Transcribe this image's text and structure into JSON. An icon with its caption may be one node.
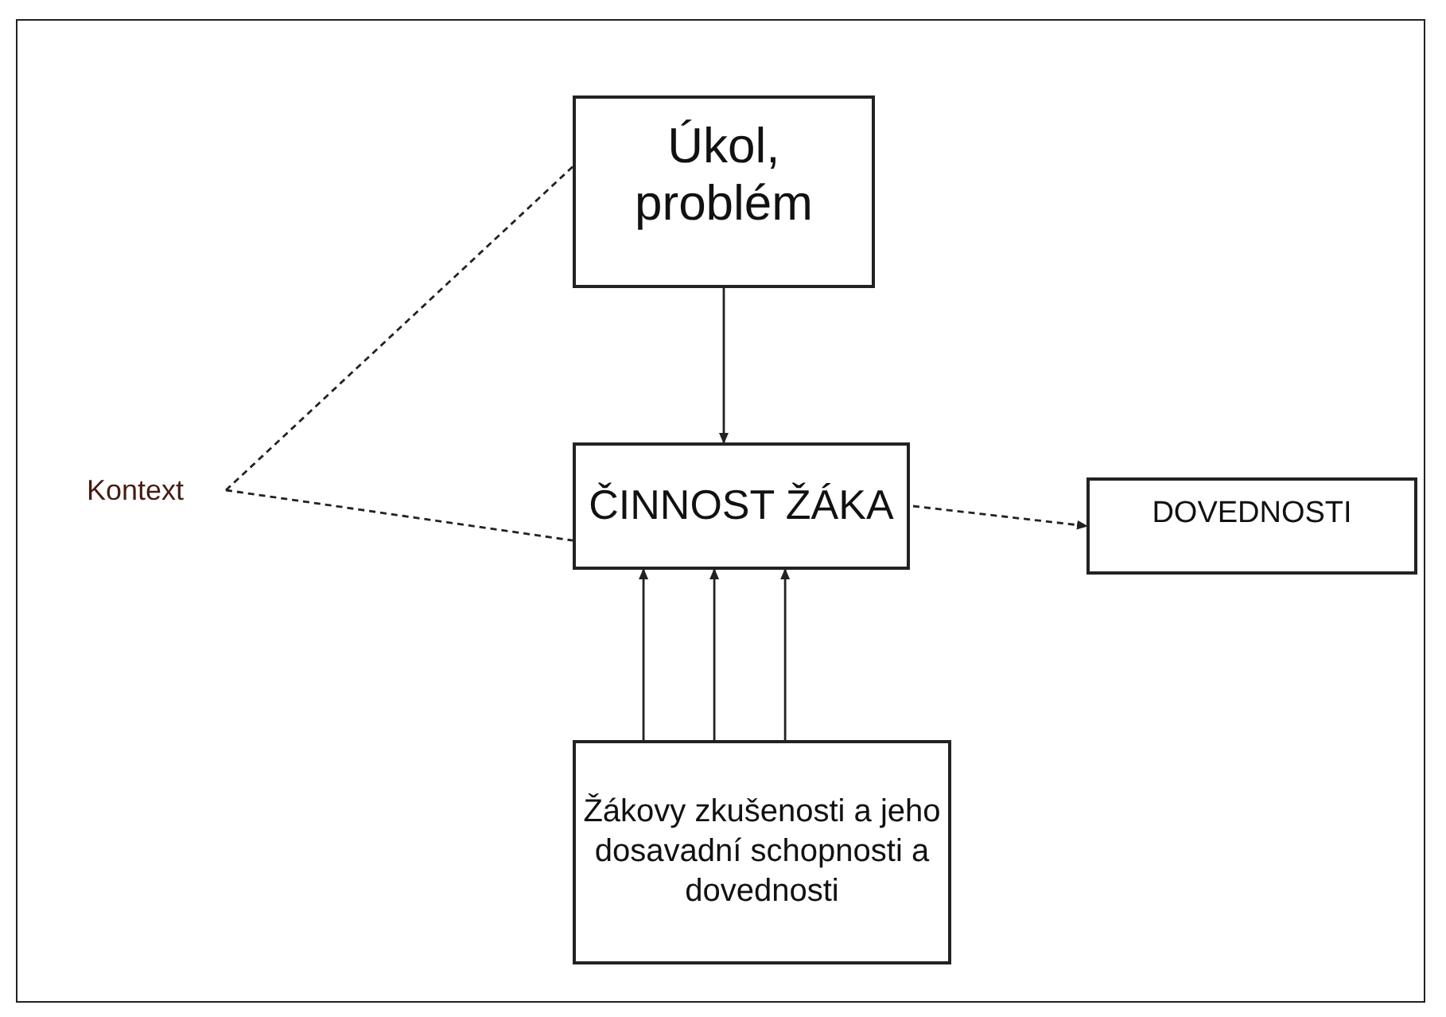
{
  "diagram": {
    "nodes": [
      {
        "text": [
          "Úkol, problém"
        ]
      },
      {
        "text": [
          "Kontext"
        ]
      },
      {
        "text": [
          "ČINNOST ŽÁKA"
        ]
      },
      {
        "text": [
          "DOVEDNOSTI"
        ]
      },
      {
        "text": [
          "Žákovy zkušenosti a jeho dosavadní schopnosti a dovednosti"
        ]
      }
    ],
    "edges": [
      {
        "from": 0,
        "to": 2,
        "arrow": "to"
      },
      {
        "from": 1,
        "to": 0,
        "arrow": "none",
        "style": "dashed"
      },
      {
        "from": 1,
        "to": 2,
        "arrow": "none",
        "style": "dashed"
      },
      {
        "from": 2,
        "to": 3,
        "arrow": "to",
        "style": "dashed"
      },
      {
        "from": 4,
        "to": 2,
        "arrow": "to"
      },
      {
        "from": 4,
        "to": 2,
        "arrow": "to"
      },
      {
        "from": 4,
        "to": 2,
        "arrow": "to"
      }
    ]
  }
}
